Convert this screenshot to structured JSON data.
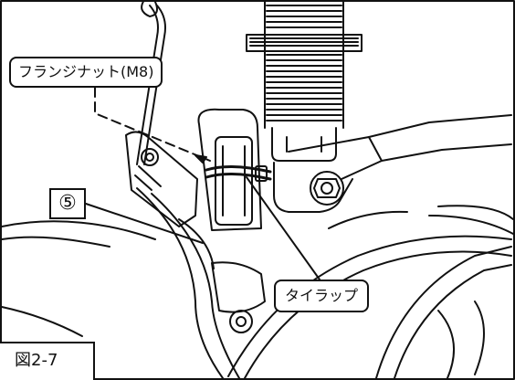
{
  "labels": {
    "flange_nut": "フランジナット(M8)",
    "part_number": "⑤",
    "tie_wrap": "タイラップ",
    "figure_number": "図2-7"
  }
}
